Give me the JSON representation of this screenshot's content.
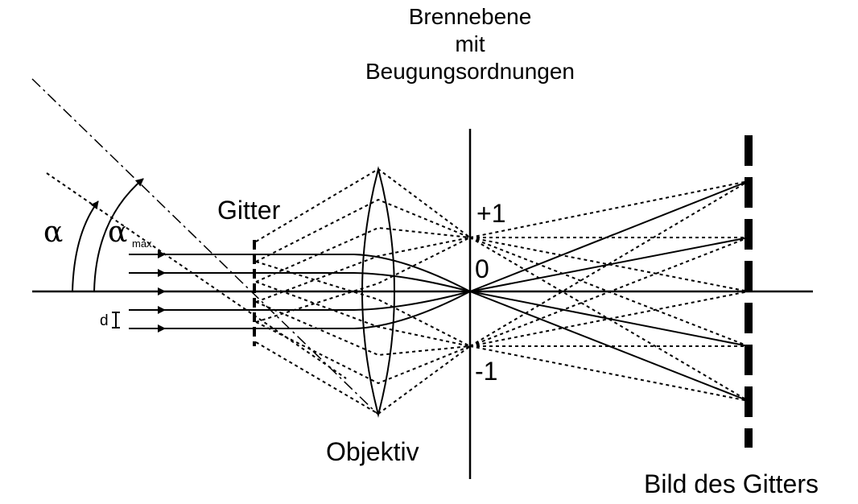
{
  "labels": {
    "focal_plane_line1": "Brennebene",
    "focal_plane_line2": "mit",
    "focal_plane_line3": "Beugungsordnungen",
    "grating": "Gitter",
    "objective": "Objektiv",
    "grating_image": "Bild des Gitters",
    "order_plus1": "+1",
    "order_zero": "0",
    "order_minus1": "-1",
    "alpha": "α",
    "alpha_max_symbol": "α",
    "alpha_max_sub": "max",
    "spacing_d": "d"
  },
  "colors": {
    "ink": "#000000",
    "background": "#ffffff"
  }
}
